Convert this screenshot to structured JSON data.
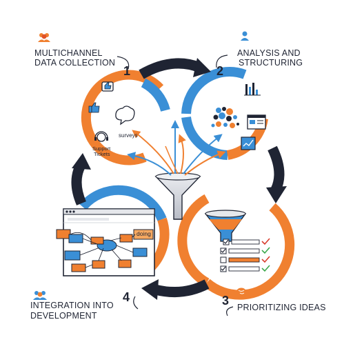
{
  "steps": [
    {
      "number": "1",
      "title_line1": "MULTICHANNEL",
      "title_line2": "DATA COLLECTION",
      "icon": "people-icon",
      "color": "#f08030"
    },
    {
      "number": "2",
      "title_line1": "ANALYSIS AND",
      "title_line2": "STRUCTURING",
      "icon": "person-icon",
      "color": "#3a8fd6"
    },
    {
      "number": "3",
      "title_line1": "PRIORITIZING IDEAS",
      "title_line2": "",
      "icon": "brain-icon",
      "color": "#f08030"
    },
    {
      "number": "4",
      "title_line1": "INTEGRATION INTO",
      "title_line2": "DEVELOPMENT",
      "icon": "people-icon",
      "color": "#3a8fd6"
    }
  ],
  "inner_labels": {
    "surveys": "surveys",
    "support_line1": "Support",
    "support_line2": "Tickets",
    "doing": "doing"
  },
  "colors": {
    "orange": "#f08030",
    "blue": "#3a8fd6",
    "navy": "#1f2433",
    "gray": "#c9ccd3"
  }
}
